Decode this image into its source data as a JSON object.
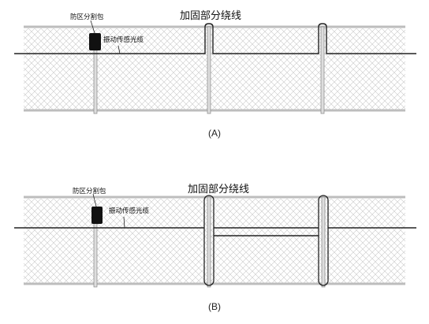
{
  "panels": [
    {
      "id": "A",
      "caption": "(A)",
      "title": "加固部分绕线",
      "box_label": "防区分割包",
      "cable_label": "振动传感光缆"
    },
    {
      "id": "B",
      "caption": "(B)",
      "title": "加固部分绕线",
      "box_label": "防区分割包",
      "cable_label": "振动传感光缆"
    }
  ]
}
